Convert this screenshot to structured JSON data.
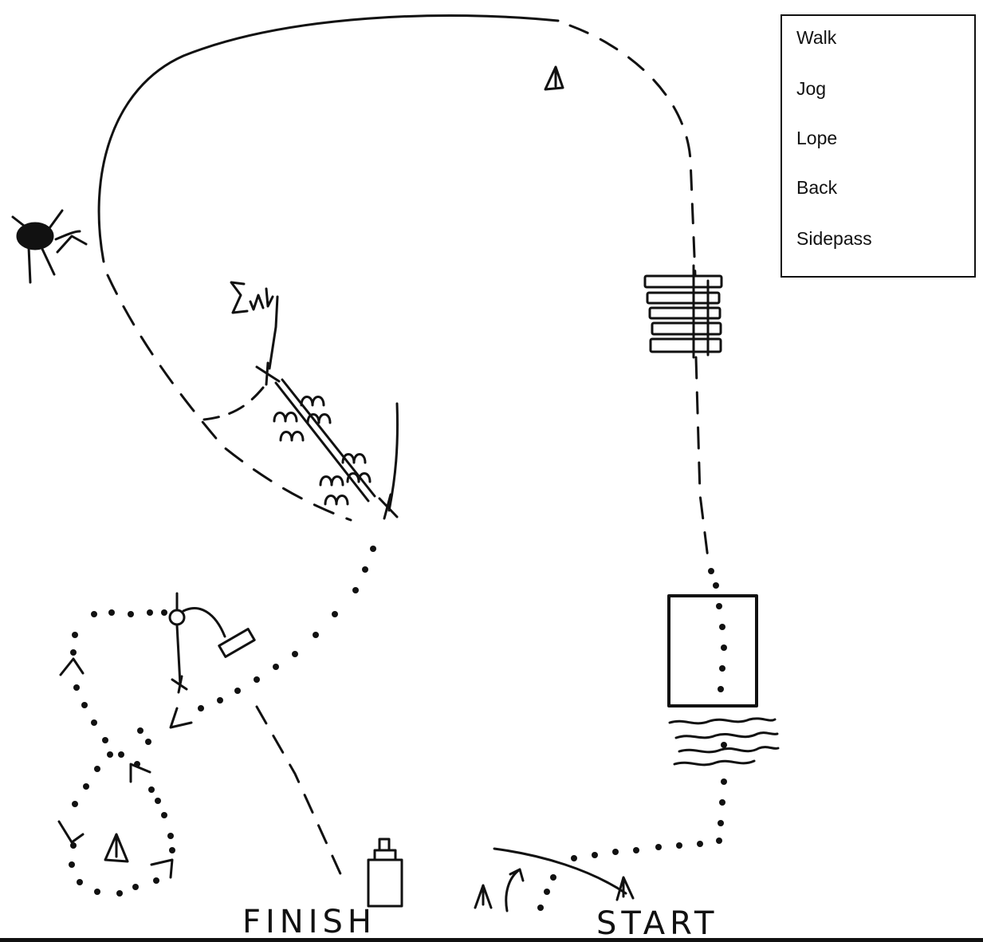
{
  "legend": {
    "items": [
      {
        "label": "Walk",
        "style": "dotted"
      },
      {
        "label": "Jog",
        "style": "dashed"
      },
      {
        "label": "Lope",
        "style": "solid"
      },
      {
        "label": "Back",
        "style": "wavy"
      },
      {
        "label": "Sidepass",
        "style": "arches"
      }
    ]
  },
  "labels": {
    "finish": "FINISH",
    "start": "START"
  },
  "colors": {
    "ink": "#111111",
    "paper": "#ffffff"
  }
}
